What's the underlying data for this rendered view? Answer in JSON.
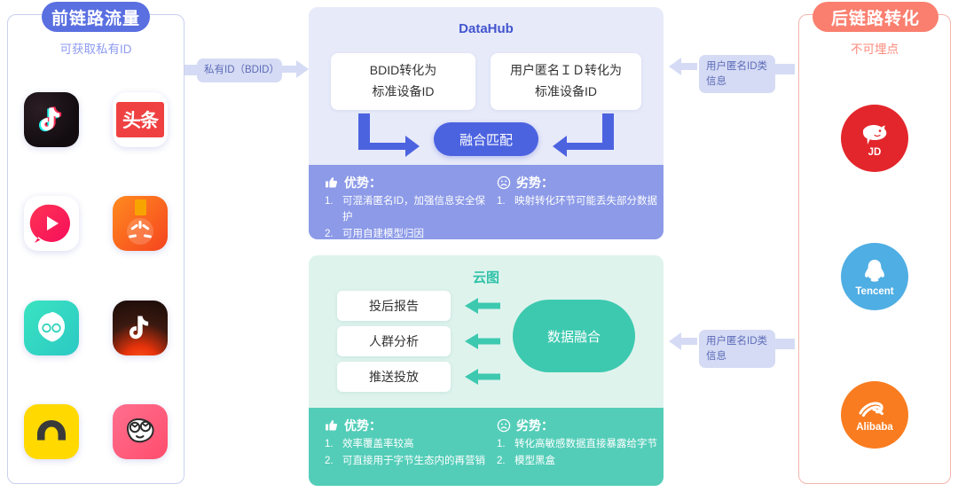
{
  "left": {
    "title": "前链路流量",
    "subtitle": "可获取私有ID",
    "apps": [
      {
        "name": "douyin",
        "label": "抖音"
      },
      {
        "name": "toutiao",
        "label": "头条"
      },
      {
        "name": "xigua-video",
        "label": "西瓜视频"
      },
      {
        "name": "fanqie-novel",
        "label": "番茄小说"
      },
      {
        "name": "faceu",
        "label": "Faceu激萌"
      },
      {
        "name": "douyin-huoshan",
        "label": "抖音火山版"
      },
      {
        "name": "dongchedi",
        "label": "懂车帝"
      },
      {
        "name": "momoyu",
        "label": "皮皮虾"
      }
    ]
  },
  "connectors": {
    "left_to_center": "私有ID（BDID）",
    "right_to_center_top": "用户匿名ID类信息",
    "right_to_center_bottom": "用户匿名ID类信息"
  },
  "datahub": {
    "title": "DataHub",
    "cards": [
      {
        "line1": "BDID转化为",
        "line2": "标准设备ID"
      },
      {
        "line1": "用户匿名ＩＤ转化为",
        "line2": "标准设备ID"
      }
    ],
    "merge_label": "融合匹配",
    "advantages": {
      "heading": "优势：",
      "items": [
        "可混淆匿名ID，加强信息安全保护",
        "可用自建模型归因"
      ]
    },
    "disadvantages": {
      "heading": "劣势：",
      "items": [
        "映射转化环节可能丢失部分数据"
      ]
    }
  },
  "yuntu": {
    "title": "云图",
    "outputs": [
      "投后报告",
      "人群分析",
      "推送投放"
    ],
    "fusion_label": "数据融合",
    "advantages": {
      "heading": "优势：",
      "items": [
        "效率覆盖率较高",
        "可直接用于字节生态内的再营销"
      ]
    },
    "disadvantages": {
      "heading": "劣势：",
      "items": [
        "转化高敏感数据直接暴露给字节",
        "模型黑盒"
      ]
    }
  },
  "right": {
    "title": "后链路转化",
    "subtitle": "不可埋点",
    "brands": [
      {
        "name": "jd",
        "label": "JD",
        "color": "#E3262B"
      },
      {
        "name": "tencent",
        "label": "Tencent",
        "color": "#4FAEE3"
      },
      {
        "name": "alibaba",
        "label": "Alibaba",
        "color": "#F97C20"
      }
    ]
  },
  "colors": {
    "accent_blue": "#5A6FE0",
    "accent_red": "#FA7F6F",
    "datahub_bg": "#E7EAF9",
    "datahub_adv_bg": "#8C9AE8",
    "yuntu_bg": "#DFF3ED",
    "yuntu_adv_bg": "#53CDB8",
    "teal": "#3DC9AF"
  }
}
